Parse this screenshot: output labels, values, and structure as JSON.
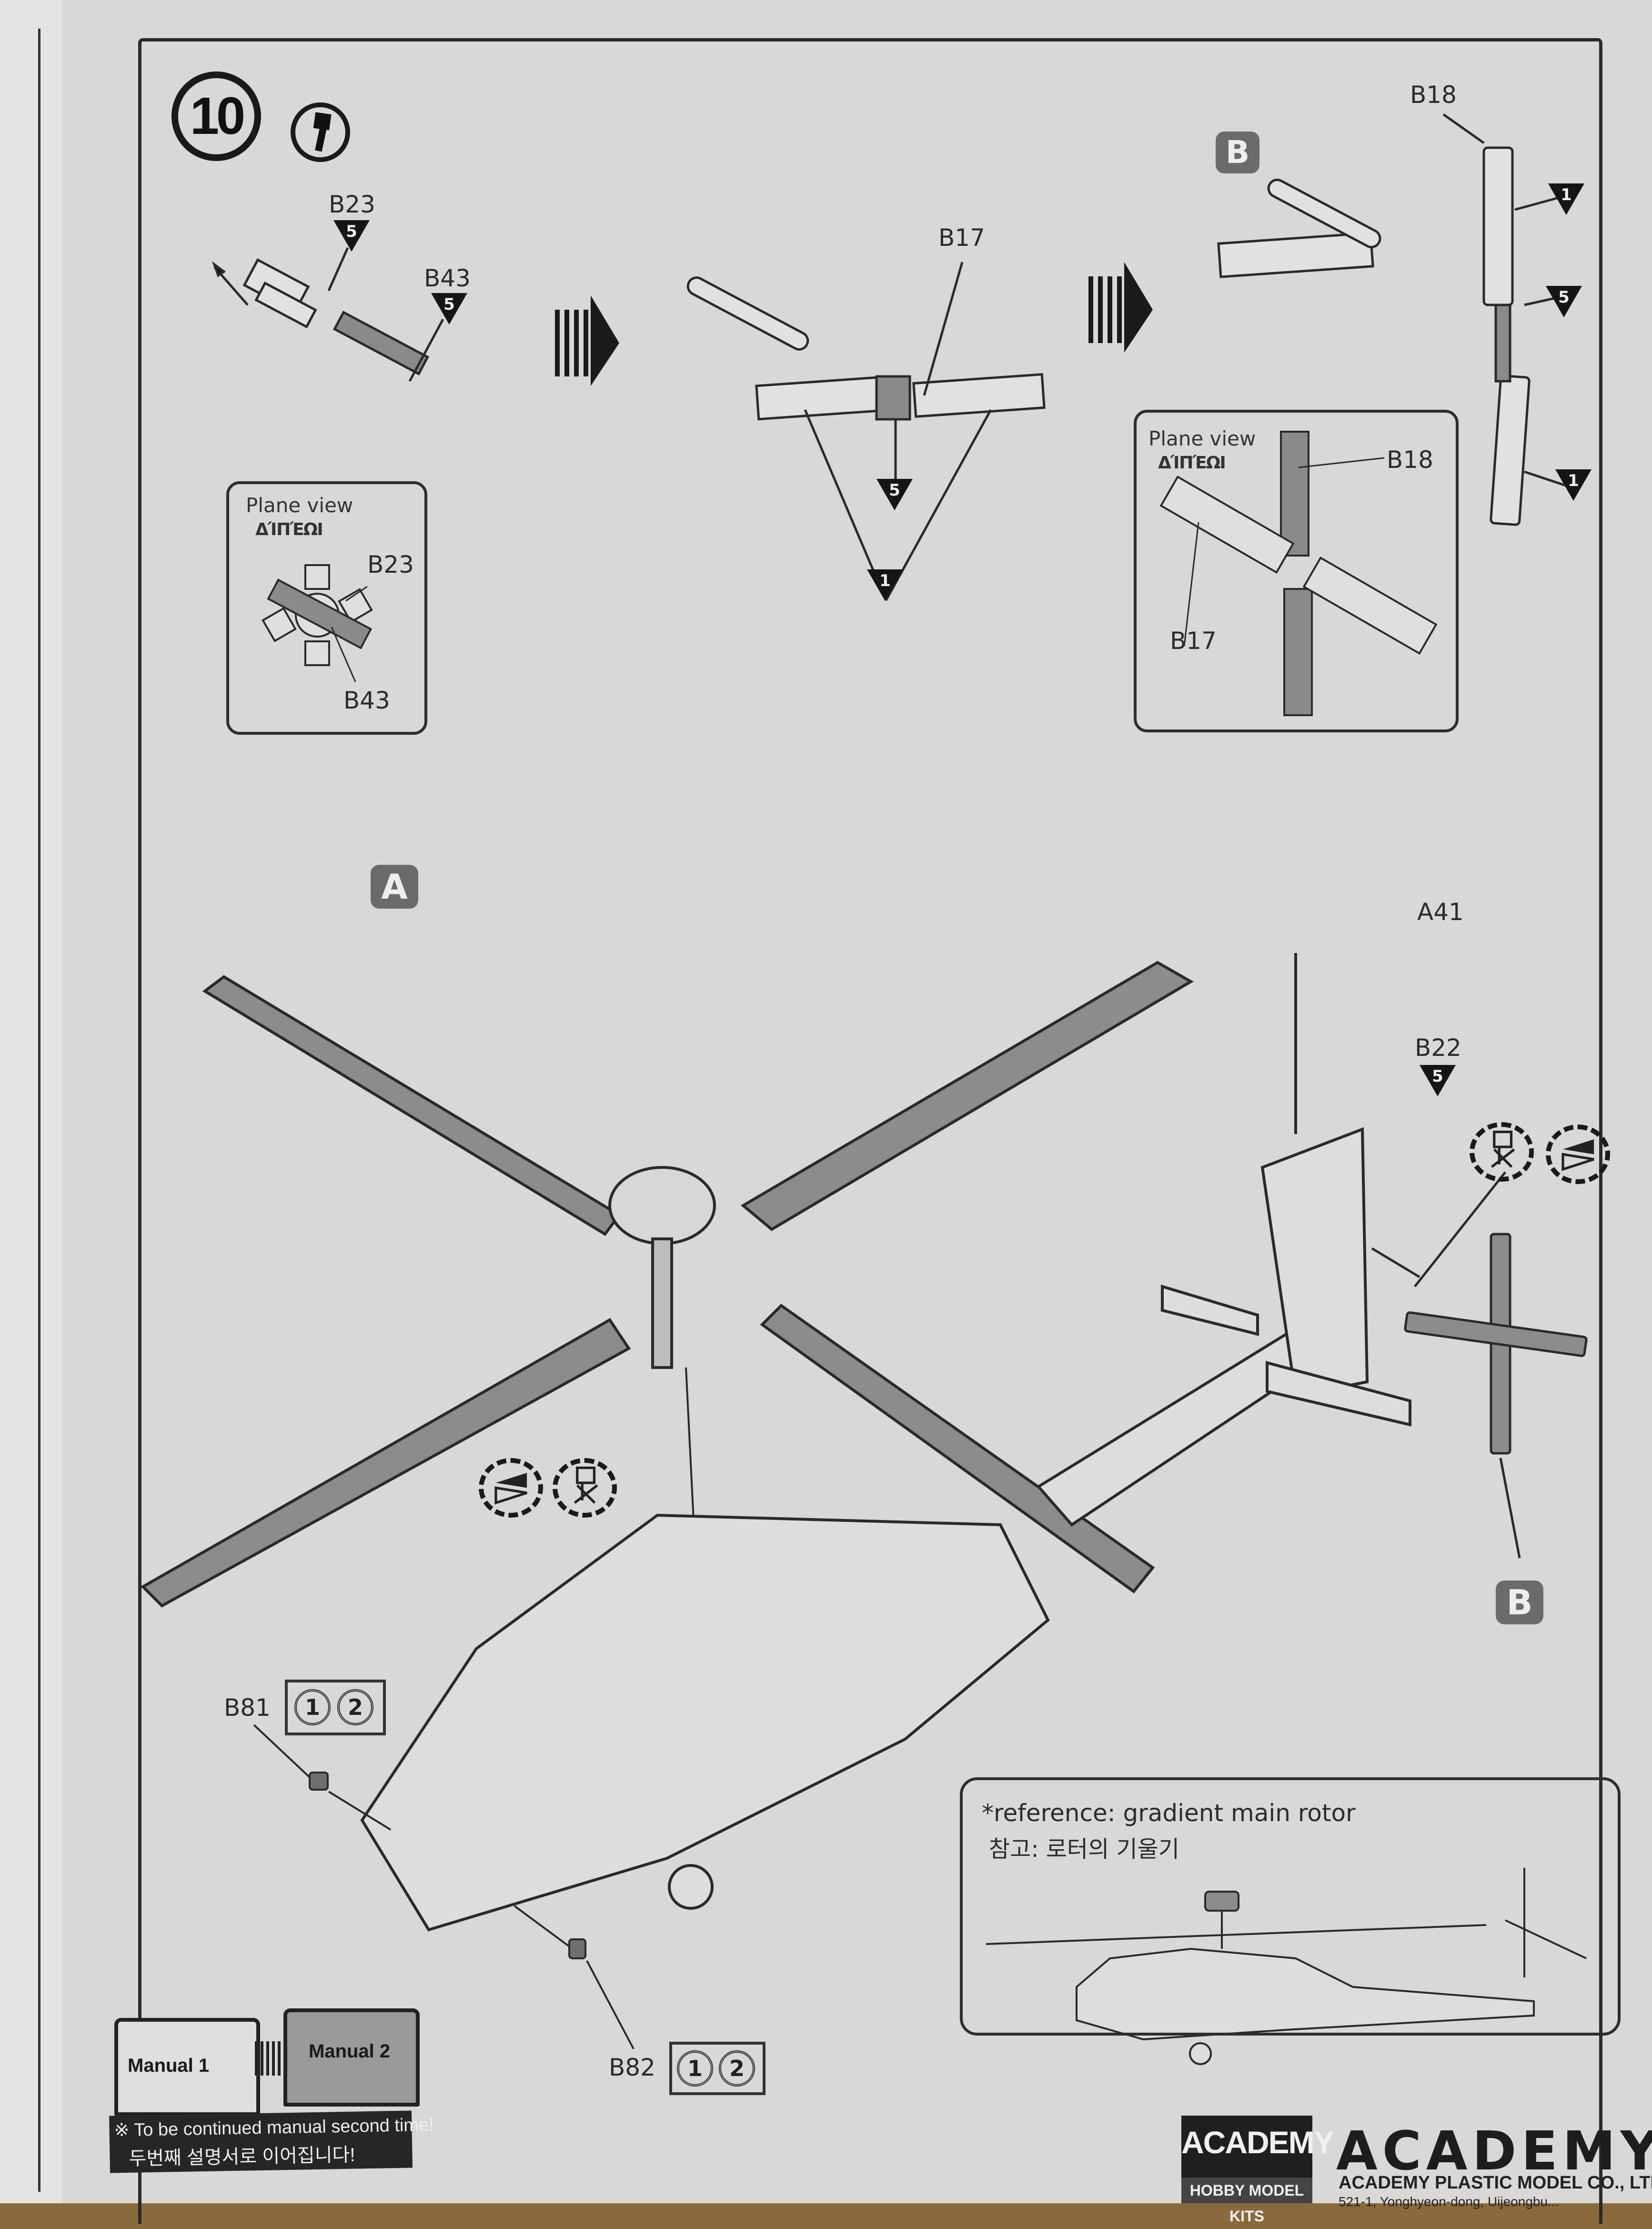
{
  "document": {
    "step_number": "10",
    "step_icon": "glue-brush-icon",
    "brand_color": "#1f1f1f",
    "badge_color": "#6b6b6b"
  },
  "sub_assembly_1": {
    "parts": [
      {
        "id": "B23",
        "paint_code": "5"
      },
      {
        "id": "B43",
        "paint_code": "5"
      }
    ]
  },
  "sub_assembly_2": {
    "part_label": "B17",
    "paint_codes": [
      "5",
      "1"
    ]
  },
  "sub_assembly_3": {
    "badge": "B",
    "part_label": "B18",
    "paint_codes": [
      "1",
      "5",
      "1"
    ]
  },
  "plane_view_1": {
    "title": "Plane view",
    "subtitle": "ΔΊΠΈΩΙ",
    "parts": [
      "B23",
      "B43"
    ]
  },
  "plane_view_2": {
    "title": "Plane view",
    "subtitle": "ΔΊΠΈΩΙ",
    "parts": [
      "B18",
      "B17"
    ]
  },
  "main_assembly": {
    "rotor_badge": "A",
    "tail_badge": "B",
    "parts": [
      {
        "id": "A41"
      },
      {
        "id": "B22",
        "paint_code": "5"
      },
      {
        "id": "B81",
        "options": [
          "1",
          "2"
        ]
      },
      {
        "id": "B82",
        "options": [
          "1",
          "2"
        ]
      }
    ],
    "symbols": [
      "paint-direction-icon",
      "no-glue-icon"
    ]
  },
  "reference_box": {
    "title": "*reference: gradient main rotor",
    "subtitle": "참고: 로터의 기울기"
  },
  "manual_notice": {
    "manual_1": "Manual 1",
    "manual_2": "Manual 2",
    "line_1": "※ To be continued manual second time!",
    "line_2": "두번째 설명서로 이어집니다!"
  },
  "footer": {
    "logo_box_top": "ACADEMY",
    "logo_box_bottom": "HOBBY MODEL KITS",
    "logo_big": "ACADEMY",
    "company": "ACADEMY PLASTIC MODEL CO., LTD.",
    "address": "521-1, Yonghyeon-dong, Uijeongbu..."
  }
}
